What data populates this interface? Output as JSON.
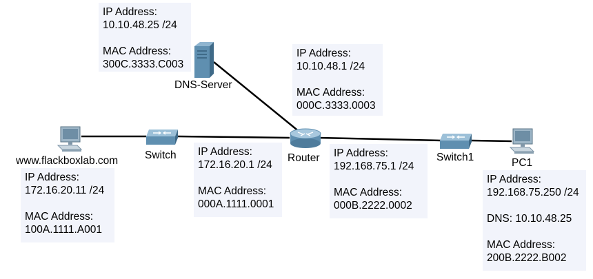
{
  "devices": {
    "dns_server": "DNS-Server",
    "web_host": "www.flackboxlab.com",
    "switch": "Switch",
    "router": "Router",
    "switch1": "Switch1",
    "pc1": "PC1"
  },
  "notes": {
    "dns_server": {
      "ip_label": "IP Address:",
      "ip": "10.10.48.25 /24",
      "mac_label": "MAC Address:",
      "mac": "300C.3333.C003"
    },
    "router_top": {
      "ip_label": "IP Address:",
      "ip": "10.10.48.1 /24",
      "mac_label": "MAC Address:",
      "mac": "000C.3333.0003"
    },
    "web_host": {
      "ip_label": "IP Address:",
      "ip": "172.16.20.11 /24",
      "mac_label": "MAC Address:",
      "mac": "100A.1111.A001"
    },
    "router_left": {
      "ip_label": "IP Address:",
      "ip": "172.16.20.1 /24",
      "mac_label": "MAC Address:",
      "mac": "000A.1111.0001"
    },
    "router_right": {
      "ip_label": "IP Address:",
      "ip": "192.168.75.1 /24",
      "mac_label": "MAC Address:",
      "mac": "000B.2222.0002"
    },
    "pc1": {
      "ip_label": "IP Address:",
      "ip": "192.168.75.250 /24",
      "dns": "DNS:  10.10.48.25",
      "mac_label": "MAC Address:",
      "mac": "200B.2222.B002"
    }
  },
  "colors": {
    "note_bg": "#f2f4fb",
    "link": "#000000",
    "device_blue": "#5f8fb0"
  }
}
